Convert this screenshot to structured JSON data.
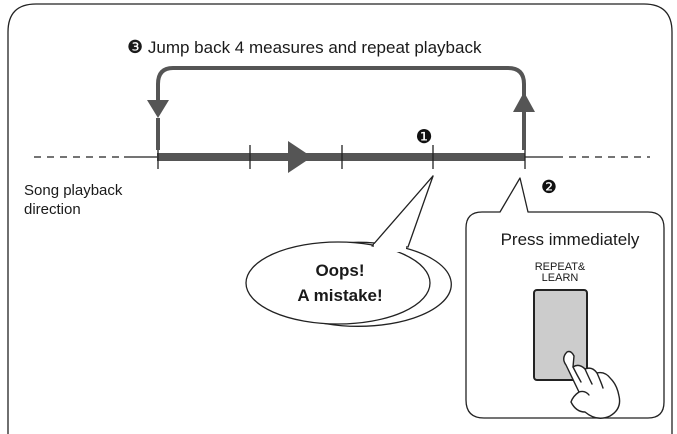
{
  "step3": {
    "marker": "❸",
    "text": "Jump back 4 measures and repeat playback"
  },
  "step1": {
    "marker": "❶"
  },
  "step2": {
    "marker": "❷"
  },
  "direction_label": {
    "line1": "Song playback",
    "line2": "direction"
  },
  "speech_bubble": {
    "line1": "Oops!",
    "line2": "A mistake!"
  },
  "panel": {
    "title": "Press immediately",
    "button_label_line1": "REPEAT&",
    "button_label_line2": "LEARN"
  },
  "icons": [
    "play-direction-arrow",
    "jump-back-arrow",
    "pointing-hand-icon"
  ],
  "colors": {
    "track": "#555555",
    "button_fill": "#cccccc",
    "frame": "#222222"
  }
}
